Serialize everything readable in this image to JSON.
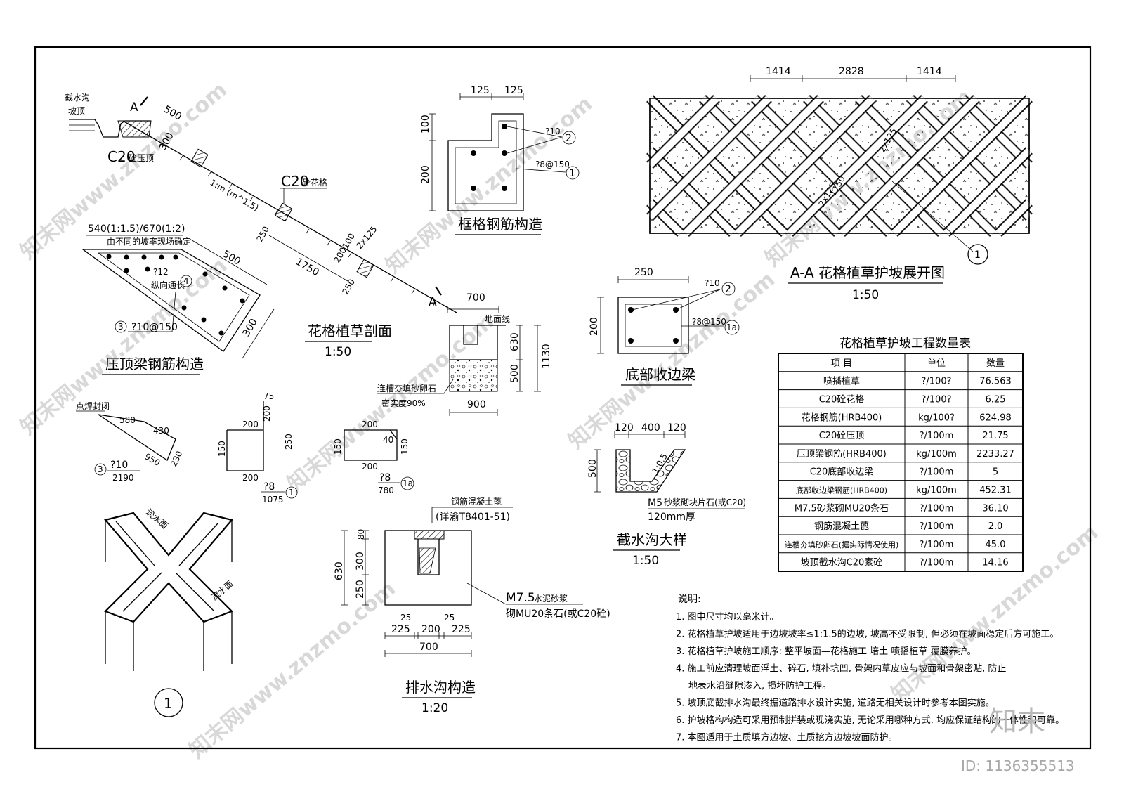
{
  "section": {
    "top_label_line1": "截水沟",
    "top_label_line2": "坡顶",
    "cut_mark": "A",
    "dim_500": "500",
    "dim_300": "300",
    "c20_cap": "C20",
    "c20_cap_suffix": "砼压顶",
    "slope": "1:m (m^1.5)",
    "c20_frame": "C20",
    "c20_frame_suffix": "砼花格",
    "dim_250a": "250",
    "dim_1750": "1750",
    "dim_200": "200",
    "dim_100": "100",
    "dim_2x125": "2x125",
    "dim_250b": "250",
    "cut_mark2": "A",
    "title": "花格植草剖面",
    "scale": "1:50"
  },
  "drainage_small": {
    "dim_700": "700",
    "ground_line": "地面线",
    "dim_630": "630",
    "dim_500": "500",
    "dim_1130": "1130",
    "fill_note1": "连槽夯填砂卵石",
    "fill_note2": "密实度90%",
    "dim_900": "900"
  },
  "cap_beam": {
    "top_dim": "540(1:1.5)/670(1:2)",
    "top_note": "由不同的坡率现场确定",
    "rebar_label": "?12",
    "rebar_note": "纵向通长",
    "rebar_num": "4",
    "stirrup_label": "?10@150",
    "stirrup_num": "3",
    "dim_500": "500",
    "dim_300": "300",
    "title": "压顶梁钢筋构造"
  },
  "frame_rebar": {
    "dim_125a": "125",
    "dim_125b": "125",
    "dim_100": "100",
    "dim_200": "200",
    "rebar_label": "?10",
    "rebar_num": "2",
    "stirrup_label": "?8@150",
    "stirrup_num": "1",
    "title": "框格钢筋构造"
  },
  "bottom_beam": {
    "dim_250": "250",
    "dim_200": "200",
    "rebar_label": "?10",
    "rebar_num": "2",
    "stirrup_label": "?8@150",
    "stirrup_num": "1a",
    "title": "底部收边梁"
  },
  "rebar_shapes": {
    "weld_note": "点焊封闭",
    "s3_d580": "580",
    "s3_d430": "430",
    "s3_d950": "950",
    "s3_d230": "230",
    "s3_label": "?10",
    "s3_num": "3",
    "s3_total": "2190",
    "s1_d75": "75",
    "s1_d200a": "200",
    "s1_d200b": "200",
    "s1_d150": "150",
    "s1_d250": "250",
    "s1_d200c": "200",
    "s1_label": "?8",
    "s1_num": "1",
    "s1_total": "1075",
    "s1a_d200a": "200",
    "s1a_d40": "40",
    "s1a_d150a": "150",
    "s1a_d150b": "150",
    "s1a_d200b": "200",
    "s1a_label": "?8",
    "s1a_num": "1a",
    "s1a_total": "780"
  },
  "node": {
    "flow_face1": "流水面",
    "flow_face2": "流水面",
    "num": "1"
  },
  "drain_detail": {
    "top_note": "钢筋混凝土蓖",
    "ref_note": "(详渝T8401-51)",
    "dim_80": "80",
    "dim_300": "300",
    "dim_250": "250",
    "dim_630": "630",
    "material1": "M7.5",
    "material1_suffix": "水泥砂浆",
    "material2": "砌MU20条石(或C20砼)",
    "dim_225a": "225",
    "dim_25a": "25",
    "dim_200": "200",
    "dim_25b": "25",
    "dim_225b": "225",
    "dim_700": "700",
    "title": "排水沟构造",
    "scale": "1:20"
  },
  "ditch": {
    "dim_120a": "120",
    "dim_400": "400",
    "dim_120b": "120",
    "dim_500": "500",
    "slope": "1:0.5",
    "material": "M5",
    "material_suffix": "砂浆砌块片石(或C20)",
    "thickness": "120mm厚",
    "title": "截水沟大样",
    "scale": "1:50"
  },
  "elevation": {
    "dim_1414a": "1414",
    "dim_2828": "2828",
    "dim_1414b": "1414",
    "dim_1750": "1750",
    "dim_2x125a": "2x125",
    "dim_2x125b": "2x125",
    "callout": "1",
    "title": "A-A  花格植草护坡展开图",
    "scale": "1:50"
  },
  "quantity_table": {
    "title": "花格植草护坡工程数量表",
    "headers": [
      "项 目",
      "单位",
      "数量"
    ],
    "rows": [
      [
        "喷播植草",
        "?/100?",
        "76.563"
      ],
      [
        "C20砼花格",
        "?/100?",
        "6.25"
      ],
      [
        "花格钢筋(HRB400)",
        "kg/100?",
        "624.98"
      ],
      [
        "C20砼压顶",
        "?/100m",
        "21.75"
      ],
      [
        "压顶梁钢筋(HRB400)",
        "kg/100m",
        "2233.27"
      ],
      [
        "C20底部收边梁",
        "?/100m",
        "5"
      ],
      [
        "底部收边梁钢筋(HRB400)",
        "kg/100m",
        "452.31"
      ],
      [
        "M7.5砂浆砌MU20条石",
        "?/100m",
        "36.10"
      ],
      [
        "钢筋混凝土蓖",
        "?/100m",
        "2.0"
      ],
      [
        "连槽夯填砂卵石(据实际情况使用)",
        "?/100m",
        "45.0"
      ],
      [
        "坡顶截水沟C20素砼",
        "?/100m",
        "14.16"
      ]
    ]
  },
  "notes": {
    "heading": "说明:",
    "items": [
      "1. 图中尺寸均以毫米计。",
      "2. 花格植草护坡适用于边坡坡率≤1:1.5的边坡, 坡高不受限制, 但必须在坡面稳定后方可施工。",
      "3. 花格植草护坡施工顺序: 整平坡面—花格施工  培土  喷播植草  覆膜养护。",
      "4. 施工前应清理坡面浮土、碎石, 填补坑凹, 骨架内草皮应与坡面和骨架密贴, 防止",
      "地表水沿缝隙渗入, 损坏防护工程。",
      "5. 坡顶底截排水沟最终据道路排水设计实施, 道路无相关设计时参考本图实施。",
      "6. 护坡格构构造可采用预制拼装或现浇实施, 无论采用哪种方式, 均应保证结构的一体性和可靠。",
      "7. 本图适用于土质填方边坡、土质挖方边坡坡面防护。"
    ]
  },
  "watermark": {
    "site": "知末网www.znzmo.com",
    "brand": "知末",
    "id": "ID: 1136355513"
  }
}
